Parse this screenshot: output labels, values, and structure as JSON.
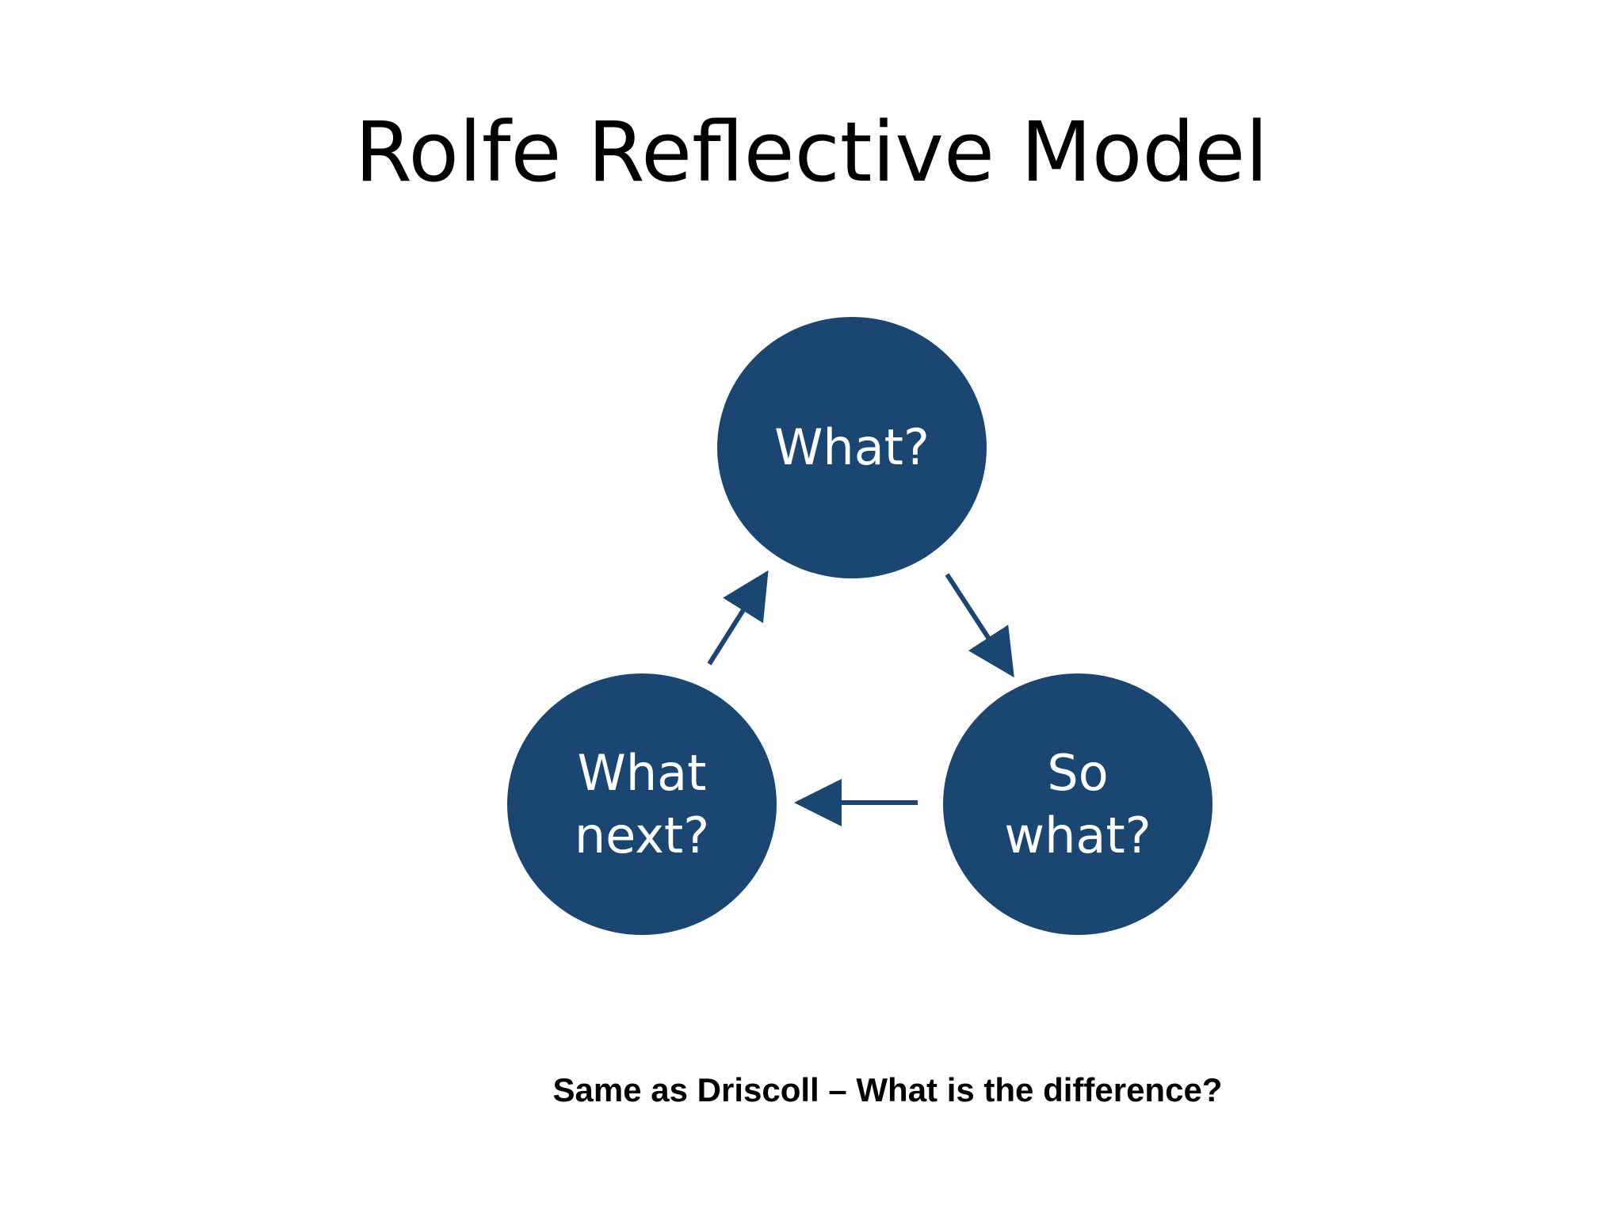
{
  "slide": {
    "title": "Rolfe Reflective Model",
    "caption": "Same as Driscoll – What is the difference?"
  },
  "diagram": {
    "node_color": "#1c4672",
    "text_color": "#ffffff",
    "arrow_color": "#1c4672",
    "nodes": [
      {
        "id": "what",
        "label": "What?"
      },
      {
        "id": "so-what",
        "label": "So\nwhat?"
      },
      {
        "id": "what-next",
        "label": "What\nnext?"
      }
    ],
    "edges": [
      {
        "from": "what",
        "to": "so-what"
      },
      {
        "from": "so-what",
        "to": "what-next"
      },
      {
        "from": "what-next",
        "to": "what"
      }
    ]
  }
}
